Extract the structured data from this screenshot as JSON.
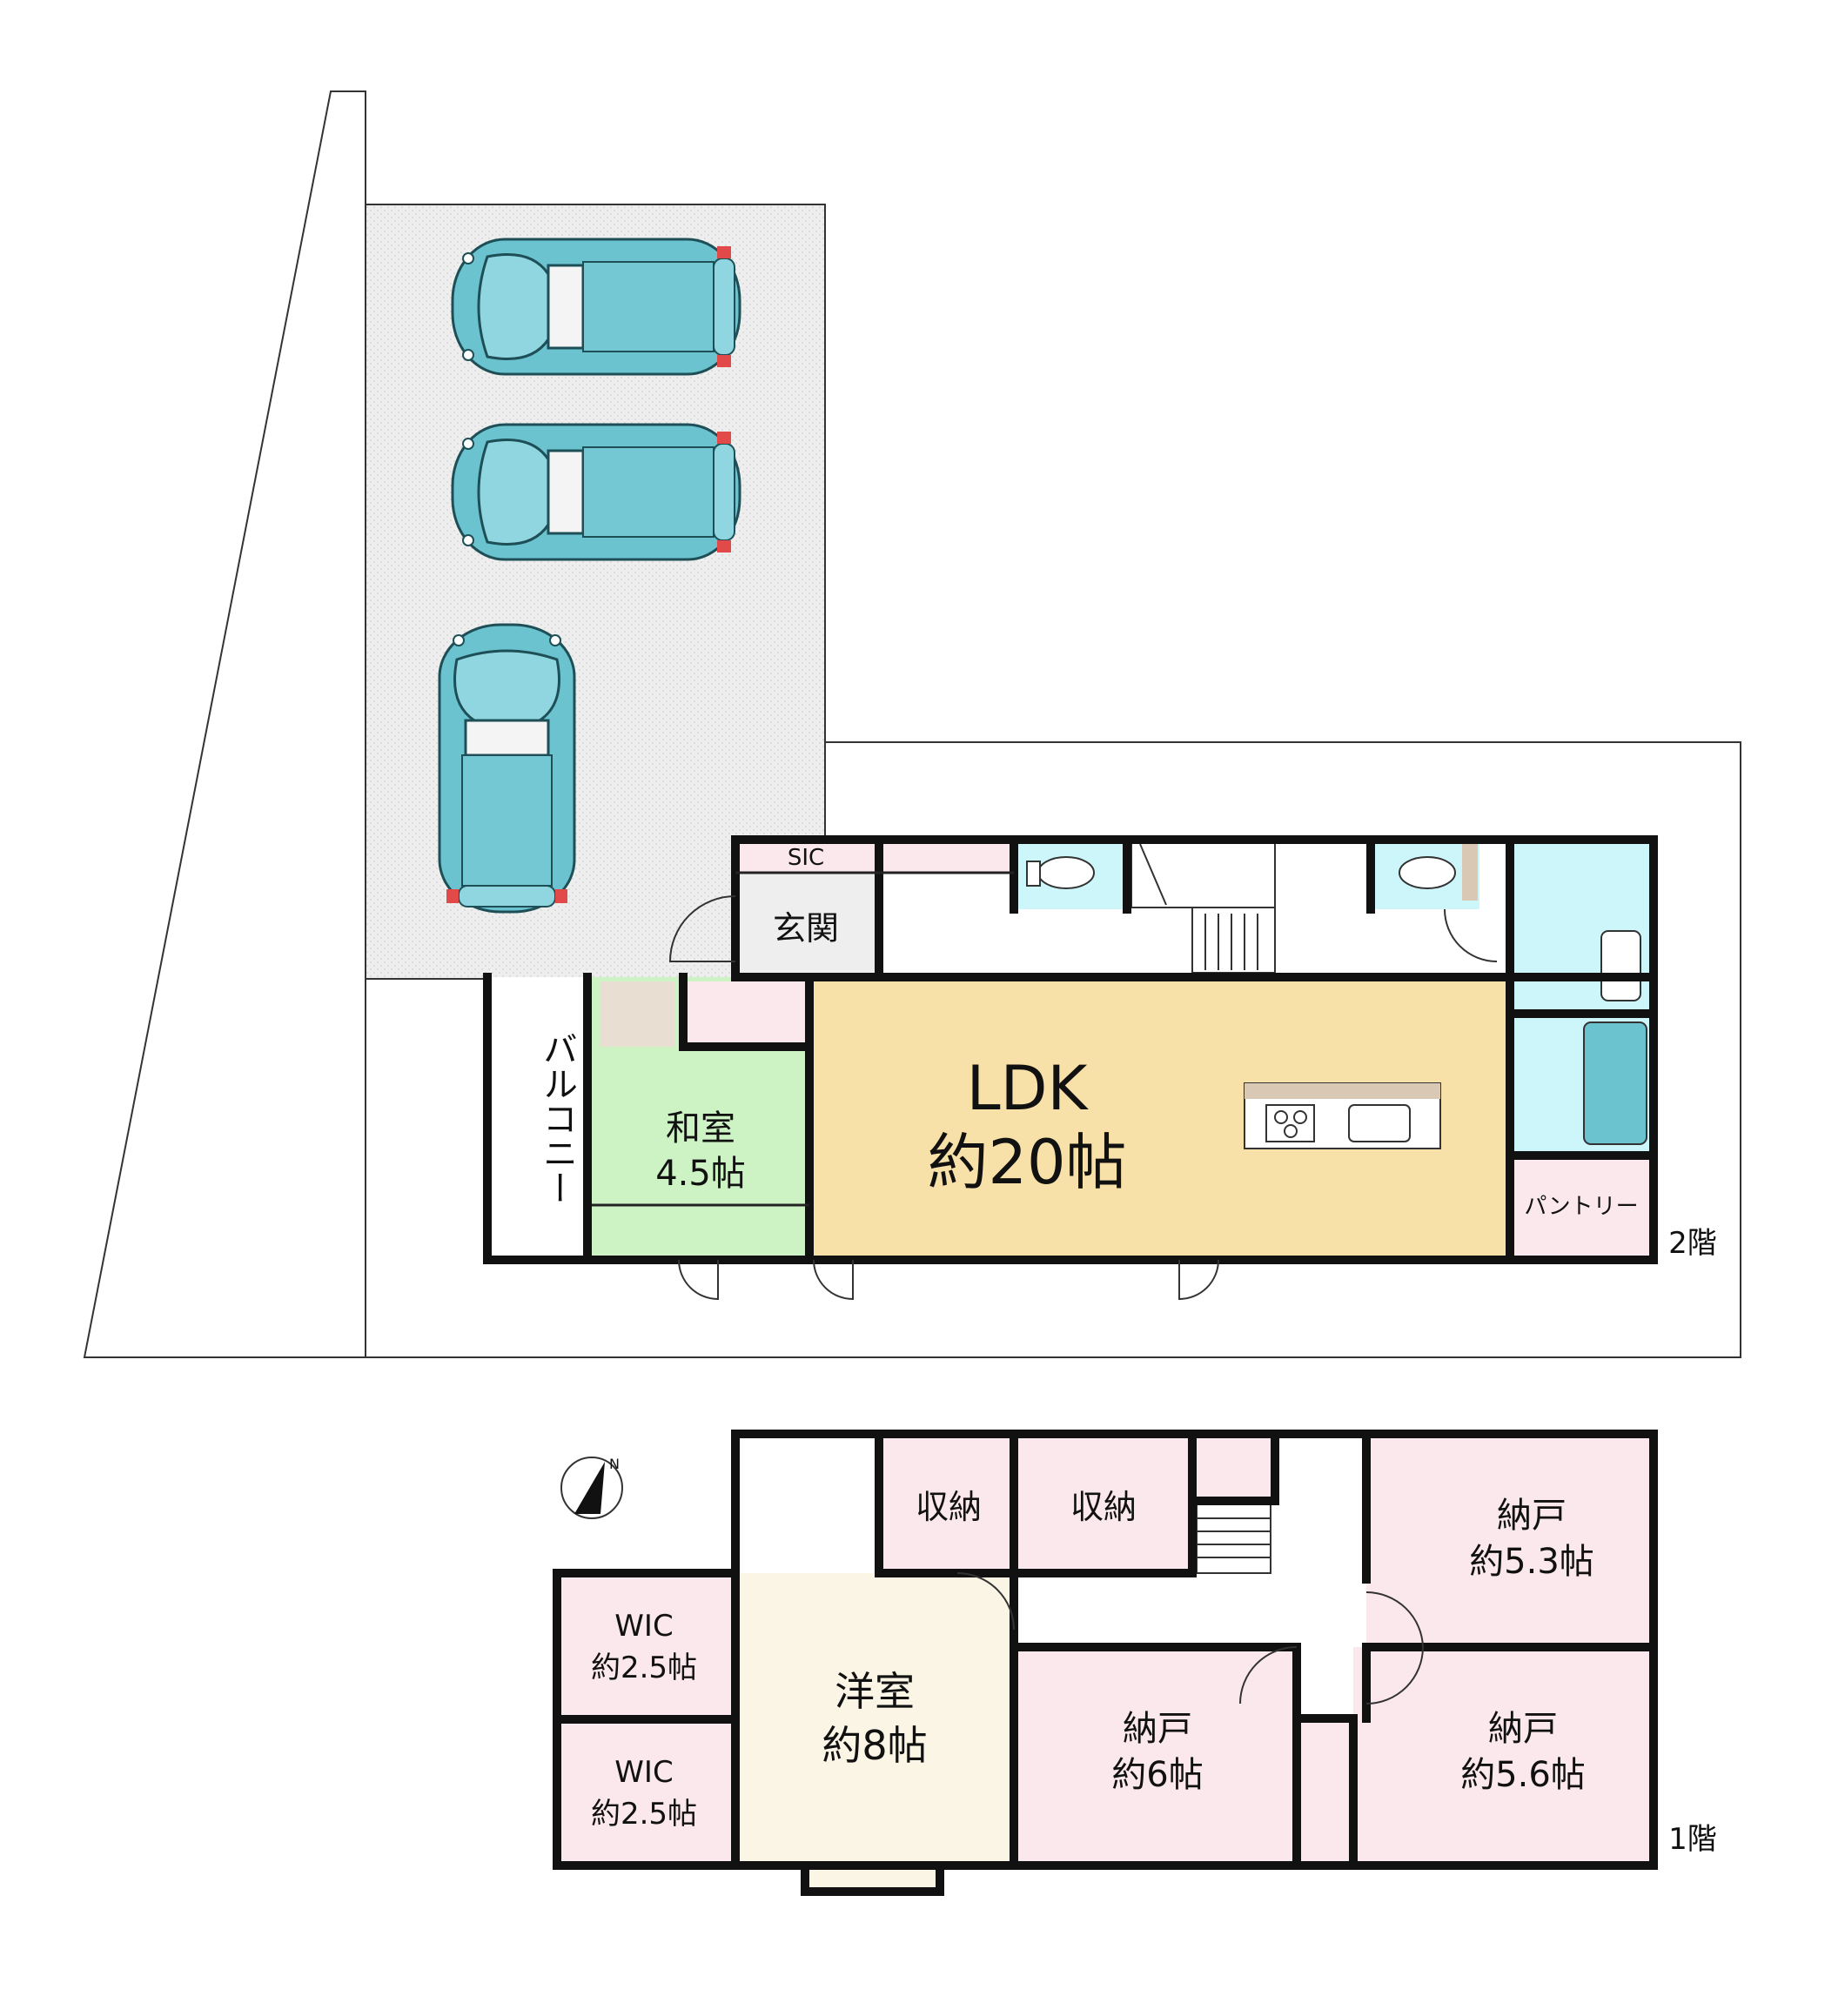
{
  "floor2": {
    "floor_label": "2階",
    "colors": {
      "ldk": "#f7e1a8",
      "washitsu": "#cdf3c4",
      "wet": "#ccf6fa",
      "storage": "#fbe8ec",
      "entrance": "#eeeeee",
      "parking": "#eeeeee",
      "car": "#6cc3d0"
    },
    "rooms": {
      "sic": "SIC",
      "genkan": "玄関",
      "ldk_name": "LDK",
      "ldk_size": "約20帖",
      "washitsu_name": "和室",
      "washitsu_size": "4.5帖",
      "balcony": "バルコニー",
      "pantry": "パントリー"
    }
  },
  "floor1": {
    "floor_label": "1階",
    "colors": {
      "storage": "#fbe8ec",
      "youshitsu": "#fbf5e6"
    },
    "rooms": {
      "shuno_1": "収納",
      "shuno_2": "収納",
      "nando_ne_name": "納戸",
      "nando_ne_size": "約5.3帖",
      "wic_1_name": "WIC",
      "wic_1_size": "約2.5帖",
      "wic_2_name": "WIC",
      "wic_2_size": "約2.5帖",
      "youshitsu_name": "洋室",
      "youshitsu_size": "約8帖",
      "nando_c_name": "納戸",
      "nando_c_size": "約6帖",
      "nando_se_name": "納戸",
      "nando_se_size": "約5.6帖"
    }
  },
  "compass": {
    "label": "N",
    "icon": "north-arrow-icon"
  }
}
